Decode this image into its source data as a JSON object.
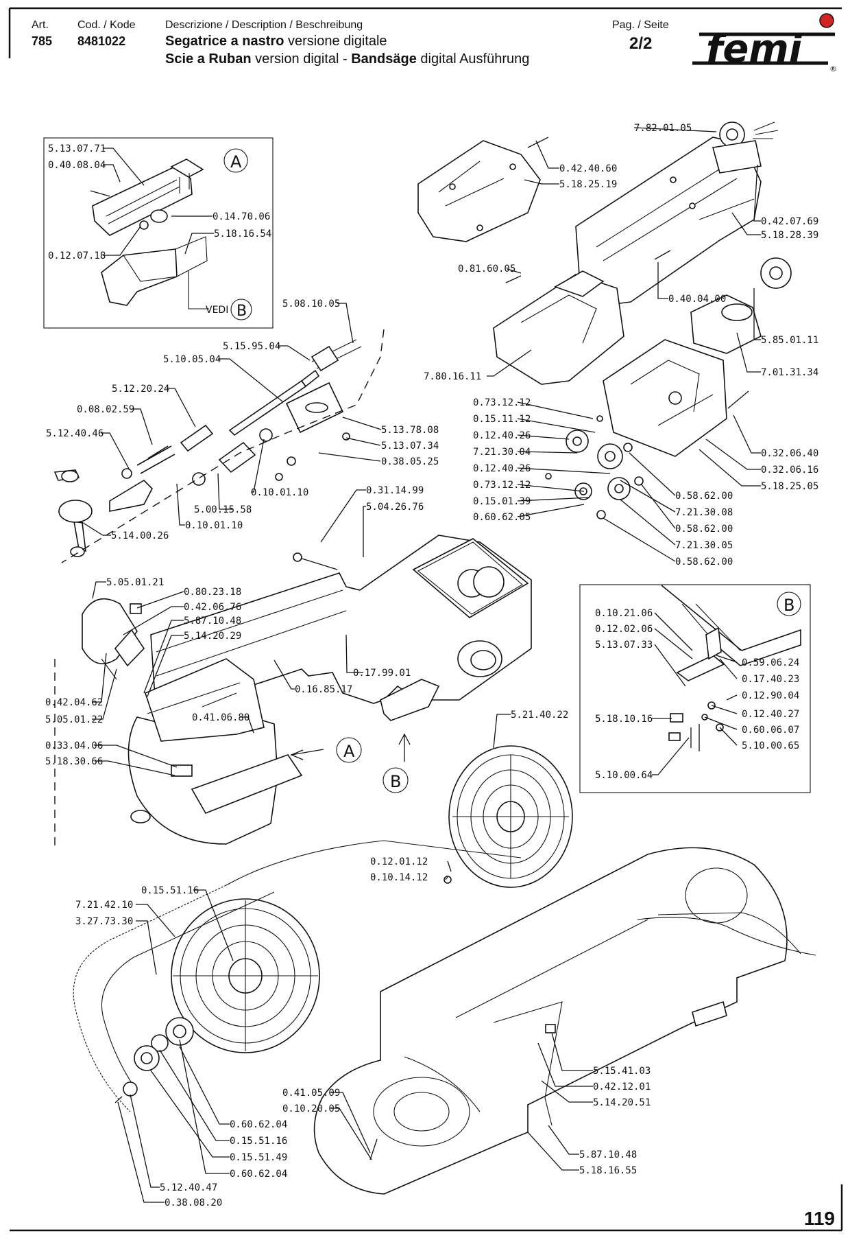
{
  "header": {
    "art_label": "Art.",
    "art_value": "785",
    "code_label": "Cod. / Kode",
    "code_value": "8481022",
    "desc_label": "Descrizione / Description / Beschreibung",
    "title_it_bold": "Segatrice a nastro",
    "title_it_rest": " versione digitale",
    "title_fr_bold": "Scie a Ruban",
    "title_fr_rest": " version digital - ",
    "title_de_bold": "Bandsäge",
    "title_de_rest": " digital Ausführung",
    "page_label": "Pag. / Seite",
    "page_value": "2/2",
    "brand": "femi",
    "brand_reg": "®",
    "brand_color": "#d32222"
  },
  "detail_a": {
    "letter": "A",
    "vedi": "VEDI",
    "vedi_ref": "B"
  },
  "detail_b": {
    "letter": "B"
  },
  "callouts": {
    "a": "A",
    "b": "B"
  },
  "part_labels": {
    "p5130771": "5.13.07.71",
    "p0400804": "0.40.08.04",
    "p0147006": "0.14.70.06",
    "p5181654": "5.18.16.54",
    "p0120718": "0.12.07.18",
    "p5081005": "5.08.10.05",
    "p5159504": "5.15.95.04",
    "p5100504": "5.10.05.04",
    "p5122024": "5.12.20.24",
    "p0080259": "0.08.02.59",
    "p5124046": "5.12.40.46",
    "p5137808": "5.13.78.08",
    "p5130734": "5.13.07.34",
    "p0380525": "0.38.05.25",
    "p0100110": "0.10.01.10",
    "p5001558": "5.00.15.58",
    "p5140026": "5.14.00.26",
    "p0100110b": "0.10.01.10",
    "p7820105": "7.82.01.05",
    "p0424060": "0.42.40.60",
    "p5182519": "5.18.25.19",
    "p0420769": "0.42.07.69",
    "p5182839": "5.18.28.39",
    "p0816005": "0.81.60.05",
    "p0400400": "0.40.04.00",
    "p5850111": "5.85.01.11",
    "p7013134": "7.01.31.34",
    "p7801611": "7.80.16.11",
    "p0731212": "0.73.12.12",
    "p0151112": "0.15.11.12",
    "p0124026": "0.12.40.26",
    "p7213004": "7.21.30.04",
    "p0124026b": "0.12.40.26",
    "p0731212b": "0.73.12.12",
    "p0150139": "0.15.01.39",
    "p0606205": "0.60.62.05",
    "p0320640": "0.32.06.40",
    "p0320616": "0.32.06.16",
    "p5182505": "5.18.25.05",
    "p0586200": "0.58.62.00",
    "p7213008": "7.21.30.08",
    "p0586200b": "0.58.62.00",
    "p7213005": "7.21.30.05",
    "p0586200c": "0.58.62.00",
    "p0311499": "0.31.14.99",
    "p5042676": "5.04.26.76",
    "p5050121": "5.05.01.21",
    "p0802318": "0.80.23.18",
    "p0420676": "0.42.06.76",
    "p5871048": "5.87.10.48",
    "p5142029": "5.14.20.29",
    "p0179901": "0.17.99.01",
    "p0168517": "0.16.85.17",
    "p0420462": "0.42.04.62",
    "p5050122": "5.05.01.22",
    "p0410680": "0.41.06.80",
    "p0330406": "0.33.04.06",
    "p5183066": "5.18.30.66",
    "p0102106": "0.10.21.06",
    "p0120206": "0.12.02.06",
    "p5130733": "5.13.07.33",
    "p0590624": "0.59.06.24",
    "p0174023": "0.17.40.23",
    "p5181016": "5.18.10.16",
    "p0129004": "0.12.90.04",
    "p0124027": "0.12.40.27",
    "p0600607": "0.60.06.07",
    "p5100064": "5.10.00.64",
    "p5100065": "5.10.00.65",
    "p5214022": "5.21.40.22",
    "p0120112": "0.12.01.12",
    "p0101412": "0.10.14.12",
    "p0155116": "0.15.51.16",
    "p7214210": "7.21.42.10",
    "p3277330": "3.27.73.30",
    "p5154103": "5.15.41.03",
    "p0421201": "0.42.12.01",
    "p5142051": "5.14.20.51",
    "p0410509": "0.41.05.09",
    "p0102005": "0.10.20.05",
    "p0606204": "0.60.62.04",
    "p0155116b": "0.15.51.16",
    "p0155149": "0.15.51.49",
    "p0606204b": "0.60.62.04",
    "p5124047": "5.12.40.47",
    "p0380820": "0.38.08.20",
    "p5871048b": "5.87.10.48",
    "p5181655": "5.18.16.55"
  },
  "page_number": "119"
}
